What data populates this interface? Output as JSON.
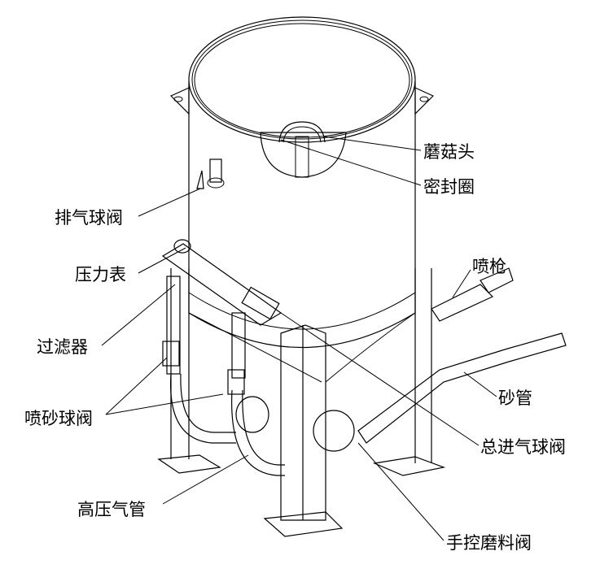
{
  "title": "喷砂罐结构示意图",
  "labels": {
    "mushroom_head": "蘑菇头",
    "seal_ring": "密封圈",
    "exhaust_ball_valve": "排气球阀",
    "pressure_gauge": "压力表",
    "spray_gun": "喷枪",
    "filter": "过滤器",
    "blast_ball_valve": "喷砂球阀",
    "sand_pipe": "砂管",
    "main_inlet_ball_valve": "总进气球阀",
    "high_pressure_hose": "高压气管",
    "manual_abrasive_valve": "手控磨料阀"
  }
}
